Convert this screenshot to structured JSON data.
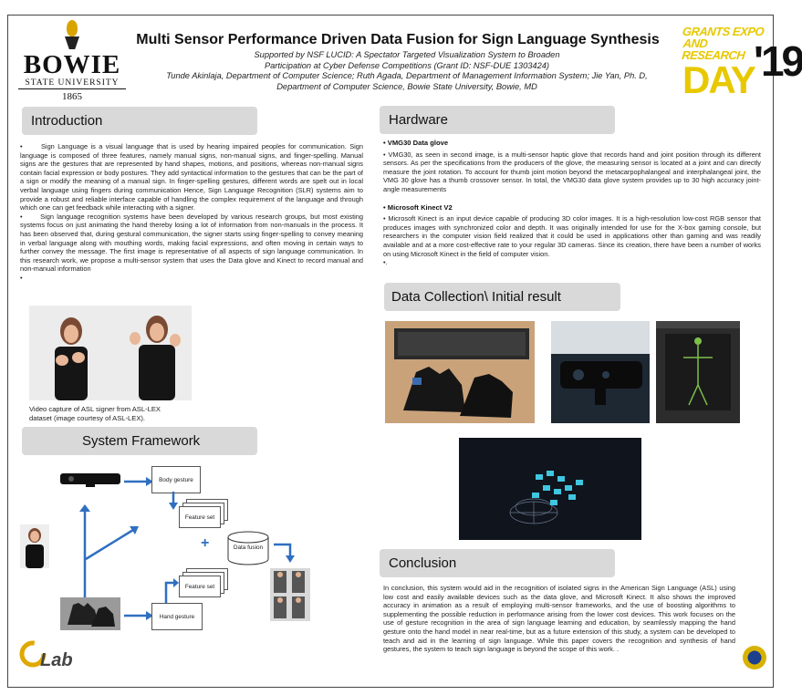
{
  "header": {
    "title": "Multi Sensor Performance Driven Data Fusion for Sign Language Synthesis",
    "support_line1": "Supported by NSF LUCID: A Spectator Targeted Visualization System to Broaden",
    "support_line2": "Participation at Cyber Defense Competitions (Grant ID: NSF-DUE 1303424)",
    "authors_line1": "Tunde Akinlaja, Department of Computer Science;  Ruth Agada, Department of Management Information System; Jie Yan, Ph. D,",
    "authors_line2": "Department of Computer Science, Bowie State University, Bowie, MD"
  },
  "logo_bowie": {
    "word": "BOWIE",
    "sub": "STATE UNIVERSITY",
    "year": "1865"
  },
  "logo_expo": {
    "line1": "GRANTS EXPO",
    "line2": "AND RESEARCH",
    "day": "DAY",
    "num": "'19"
  },
  "introduction": {
    "heading": "Introduction",
    "p1": "Sign Language is a visual language that is used by hearing impaired peoples for communication. Sign language is composed of three features, namely manual signs, non-manual signs, and finger-spelling. Manual signs are the gestures that are represented by hand shapes, motions, and positions, whereas non-manual signs contain facial expression or body postures. They add syntactical information to the gestures that can be the part of a sign or modify the meaning of a manual sign. In finger-spelling gestures, different words are spelt out in local verbal language using fingers during communication Hence, Sign Language Recognition (SLR) systems aim to provide a robust and reliable interface capable of handling the complex requirement of the language and through which one can get feedback while interacting with a signer.",
    "p2": "Sign language recognition systems have been developed by various research groups, but most existing systems focus on just animating the hand thereby losing a lot of information from non-manuals in the process. It has been observed that, during gestural communication, the signer starts using finger-spelling to convey meaning in verbal language along with mouthing words, making facial expressions, and often moving in certain ways to further convey the message. The first image is representative of all aspects of sign language communication. In this research work, we propose a multi-sensor system that uses the Data glove and Kinect to record manual and non-manual information",
    "caption": "Video capture of ASL signer from ASL-LEX dataset (image courtesy of ASL-LEX)."
  },
  "system_framework": {
    "heading": "System Framework",
    "body_gesture": "Body gesture",
    "feature_set_top": "Feature set",
    "data_fusion": "Data fusion",
    "feature_set_bottom": "Feature set",
    "hand_gesture": "Hand gesture",
    "plus": "+"
  },
  "hardware": {
    "heading": "Hardware",
    "vmg_title": "VMG30 Data glove",
    "vmg_text": "VMG30, as seen in second image, is a multi-sensor haptic glove that records hand and joint position through its different sensors. As per the specifications from the producers of the glove, the measuring sensor is located at a joint and can directly measure the joint rotation. To account for thumb joint motion beyond the metacarpophalangeal and interphalangeal joint, the VMG 30 glove has a thumb crossover sensor. In total, the VMG30 data glove system provides up to 30 high accuracy joint-angle measurements",
    "kinect_title": "Microsoft Kinect V2",
    "kinect_text": "Microsoft Kinect is an input device capable of producing 3D color images. It is a high-resolution low-cost RGB sensor that produces images with synchronized color and depth. It was originally intended for use for the X-box gaming console, but researchers in the computer vision field realized that it could be used in applications other than gaming and was readily available and at a more cost-effective rate to your regular 3D cameras. Since its creation, there have been a number of works on using Microsoft Kinect in the field of computer vision."
  },
  "data_collection": {
    "heading": "Data Collection\\  Initial result"
  },
  "conclusion": {
    "heading": "Conclusion",
    "text": "In conclusion, this system would aid in the recognition of isolated signs in the American Sign Language (ASL) using low cost and easily available devices such as the data glove, and Microsoft Kinect.  It also shows the improved accuracy in animation as a result of employing multi-sensor frameworks, and the use of boosting algorithms to supplementing the possible reduction in performance arising from the lower cost devices. This work focuses on the use of gesture recognition in the area of sign language learning and education, by seamlessly mapping the hand gesture onto the hand model in near real-time, but as a future extension of this study, a system can be developed to teach and aid in the learning of sign language. While this paper covers the recognition and synthesis of hand gestures, the system to teach sign language is beyond the scope of this work. ."
  },
  "footer": {
    "lab": "Lab"
  },
  "colors": {
    "section_bg": "#d9d9d9",
    "arrow_blue": "#2e6fc0",
    "expo_yellow": "#e8c800"
  }
}
